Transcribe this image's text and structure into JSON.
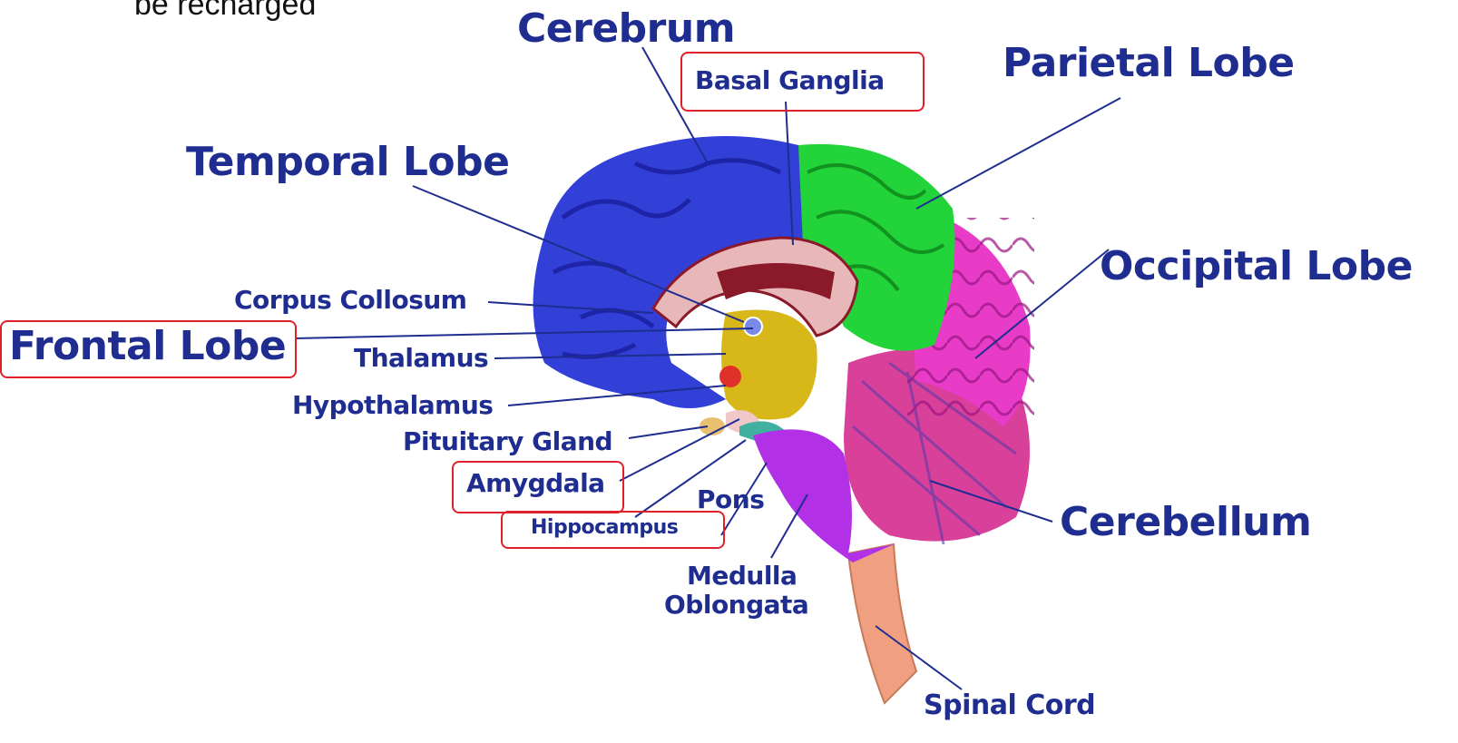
{
  "caption": "be recharged",
  "labels": {
    "cerebrum": "Cerebrum",
    "basal_ganglia": "Basal Ganglia",
    "parietal_lobe": "Parietal Lobe",
    "temporal_lobe": "Temporal Lobe",
    "occipital_lobe": "Occipital Lobe",
    "corpus_collosum": "Corpus Collosum",
    "frontal_lobe": "Frontal Lobe",
    "thalamus": "Thalamus",
    "hypothalamus": "Hypothalamus",
    "pituitary_gland": "Pituitary Gland",
    "amygdala": "Amygdala",
    "pons": "Pons",
    "hippocampus": "Hippocampus",
    "cerebellum": "Cerebellum",
    "medulla_line1": "Medulla",
    "medulla_line2": "Oblongata",
    "spinal_cord": "Spinal Cord"
  },
  "highlighted": [
    "Basal Ganglia",
    "Frontal Lobe",
    "Amygdala",
    "Hippocampus"
  ],
  "colors": {
    "label_text": "#1e2d8f",
    "highlight_border": "#e0202a",
    "cerebrum_blue": "#3340d8",
    "parietal_green": "#22d43a",
    "occipital_pink": "#e83cc8",
    "cerebellum_magenta": "#d8409a",
    "brainstem_purple": "#b230e6",
    "thalamus_yellow": "#d8b818",
    "spinal_peach": "#f0a080"
  }
}
